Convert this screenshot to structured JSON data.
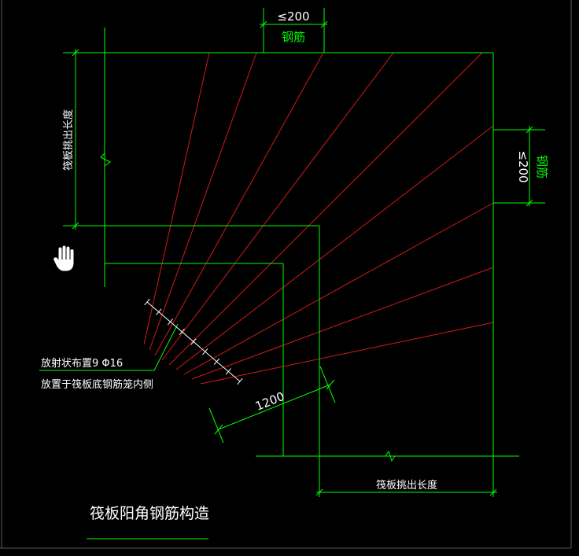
{
  "drawing": {
    "top_dim_value": "≤200",
    "top_dim_material": "钢筋",
    "right_dim_value": "≤200",
    "right_dim_material": "钢筋",
    "left_dim_label": "筏板挑出长度",
    "bottom_dim_label": "筏板挑出长度",
    "diag_dim_value": "1200",
    "note_line1": "放射状布置9 Φ16",
    "note_line2": "放置于筏板底钢筋笼内侧",
    "caption": "筏板阳角钢筋构造"
  },
  "colors": {
    "background": "#000000",
    "outline": "#00ff00",
    "rebar": "#d21a1a",
    "text": "#ffffff",
    "marker": "#ffffff",
    "frame": "#5a5a5a"
  },
  "icons": {
    "cursor": "hand-pointer-icon"
  }
}
